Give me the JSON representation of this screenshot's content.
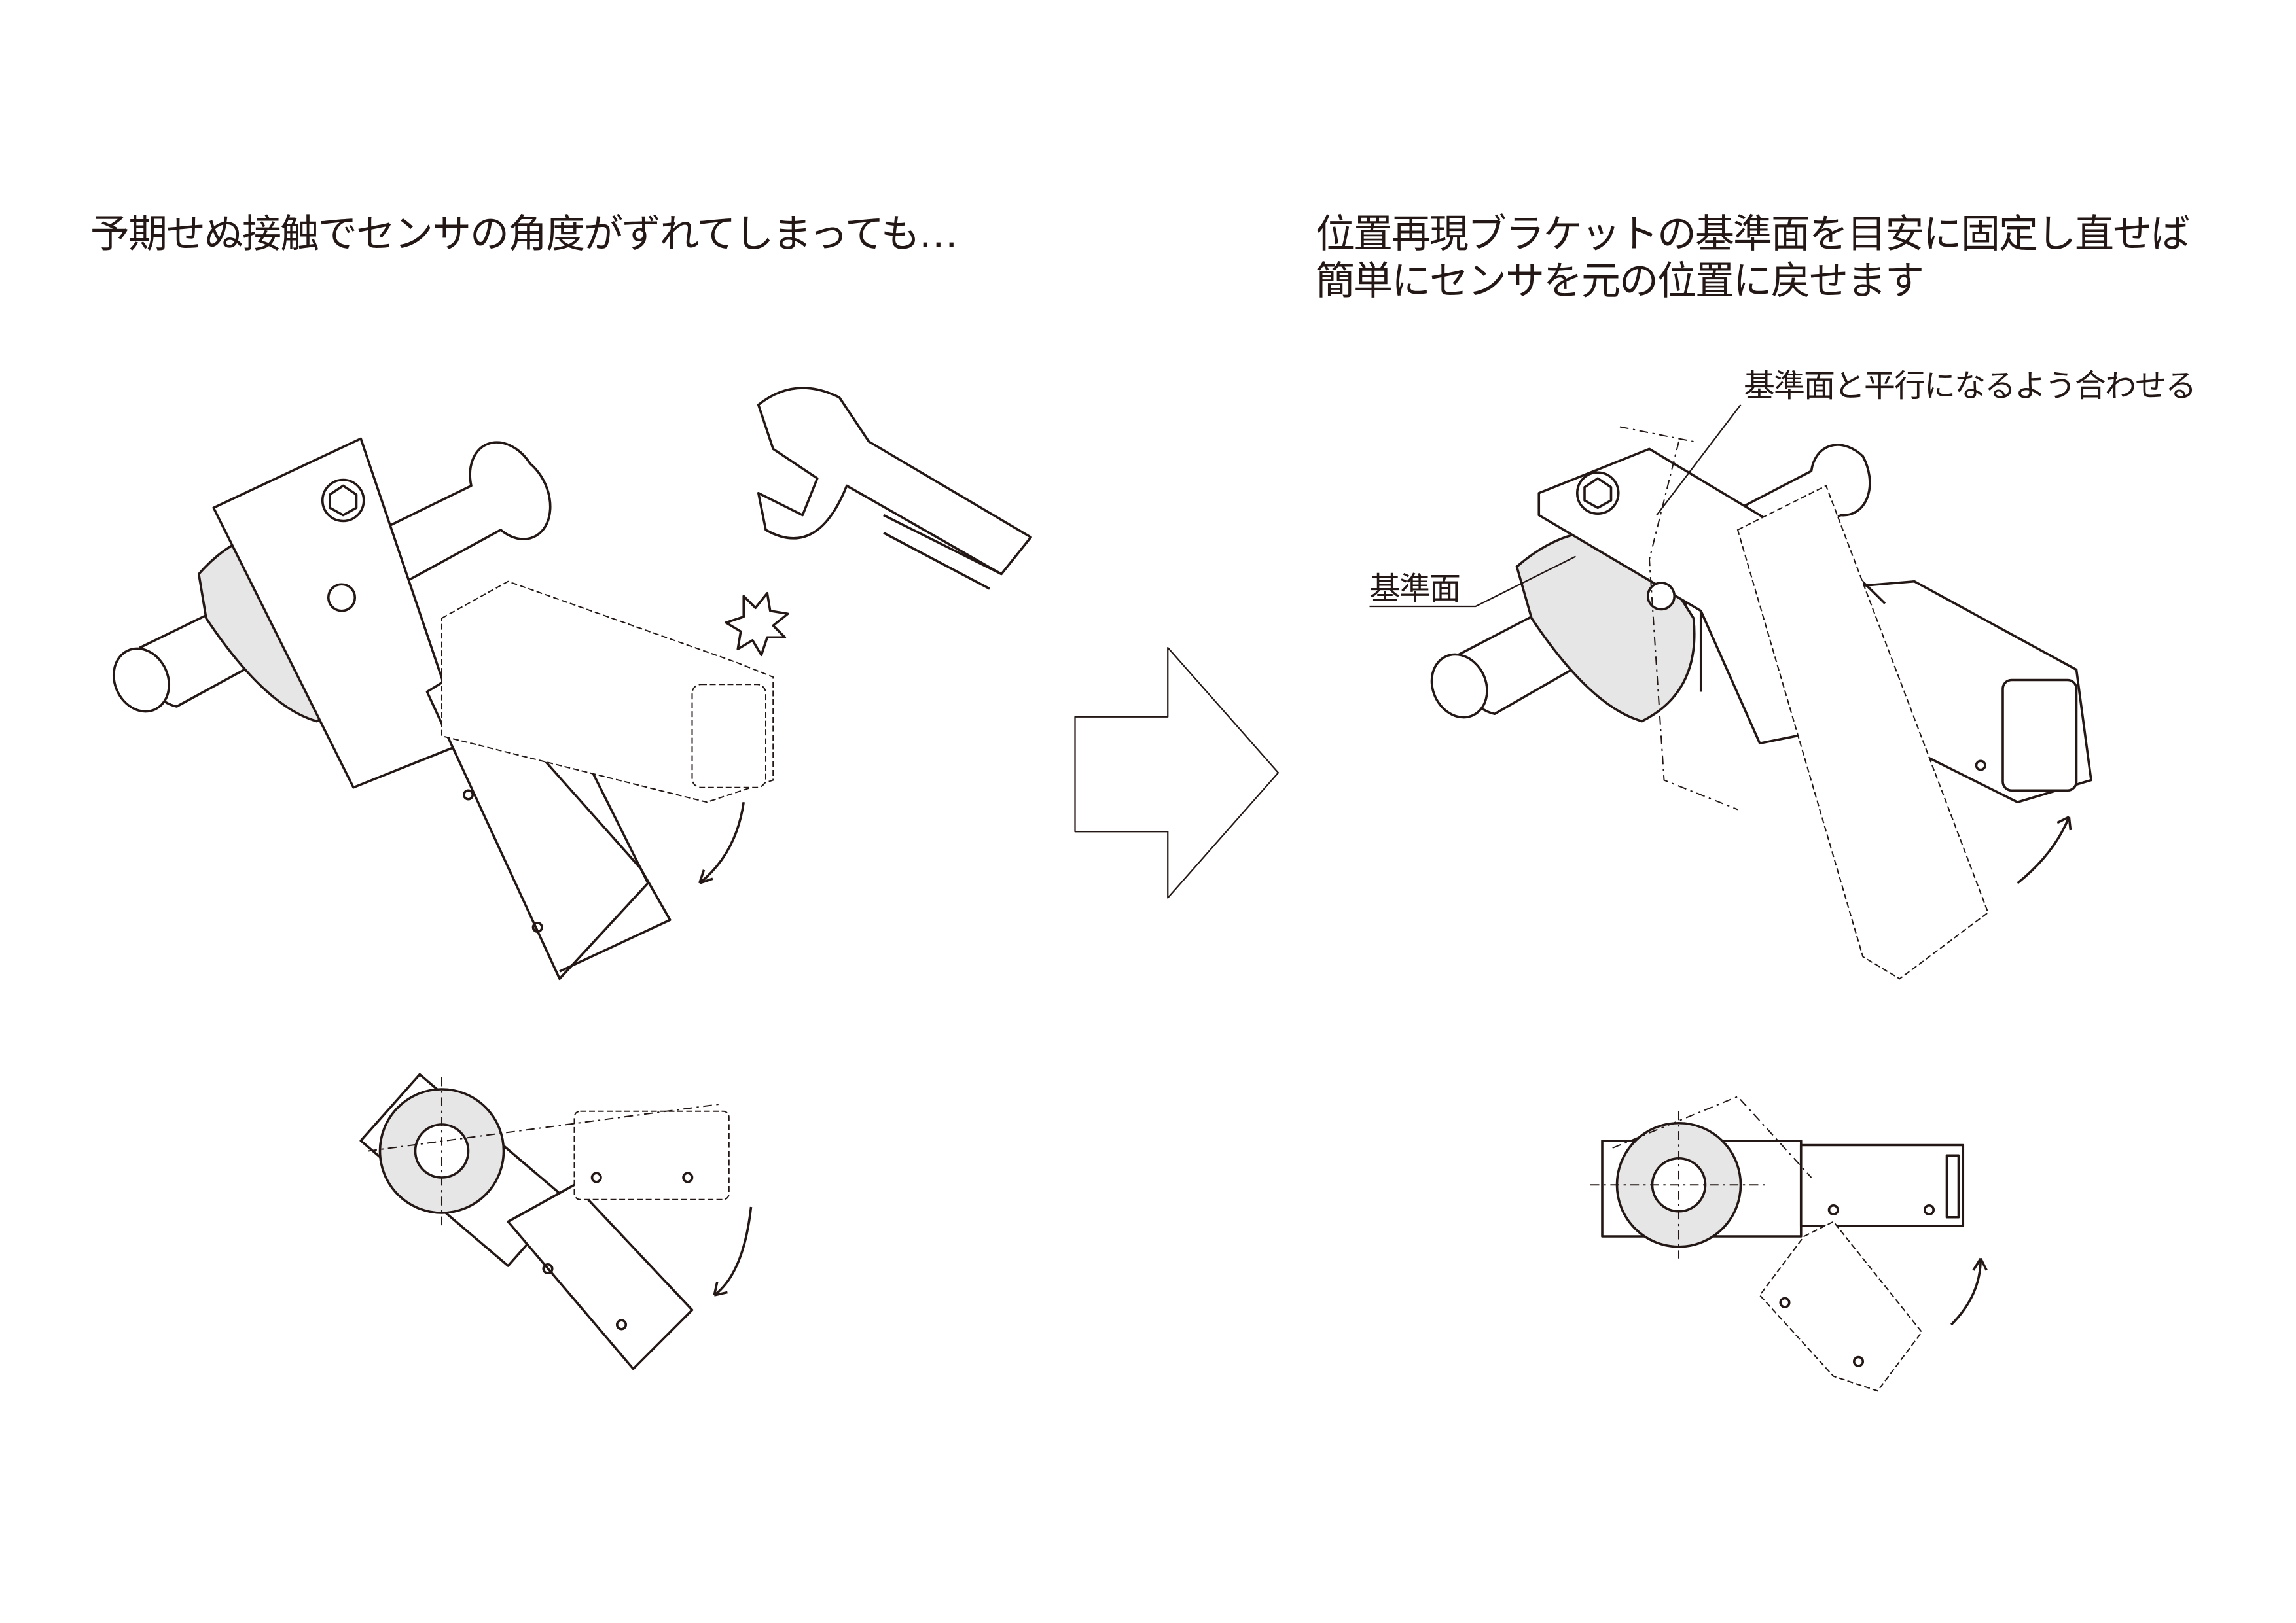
{
  "left_panel": {
    "heading": "予期せぬ接触でセンサの角度がずれてしまっても…"
  },
  "right_panel": {
    "heading_line1": "位置再現ブラケットの基準面を目安に固定し直せば",
    "heading_line2": "簡単にセンサを元の位置に戻せます",
    "callout_parallel": "基準面と平行になるよう合わせる",
    "callout_reference_surface": "基準面"
  },
  "colors": {
    "line": "#231815",
    "clamp_fill": "#e6e6e6",
    "background": "#ffffff"
  }
}
